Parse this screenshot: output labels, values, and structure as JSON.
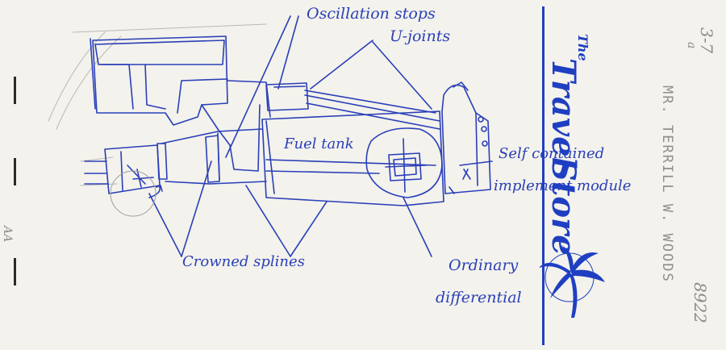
{
  "annotations": {
    "oscillation_stops": "Oscillation stops",
    "u_joints": "U-joints",
    "fuel_tank": "Fuel tank",
    "self_contained": "Self contained",
    "implement_module": "implement module",
    "crowned_splines": "Crowned splines",
    "ordinary": "Ordinary",
    "differential": "differential"
  },
  "margin_notes": {
    "page_number_top": "3-7",
    "page_number_sub": "a",
    "bottom_number": "8922",
    "left_mark": "AA"
  },
  "addressee": "MR. TERRILL W. WOODS",
  "letterhead": {
    "article": "The",
    "word1": "Travel",
    "word2": "Store"
  },
  "colors": {
    "ink": "#2a3fb8",
    "brand": "#1f3fc2",
    "pencil": "#8a8a88",
    "paper": "#f3f2ec"
  },
  "icons": {
    "logo": "palm-tree-logo"
  }
}
